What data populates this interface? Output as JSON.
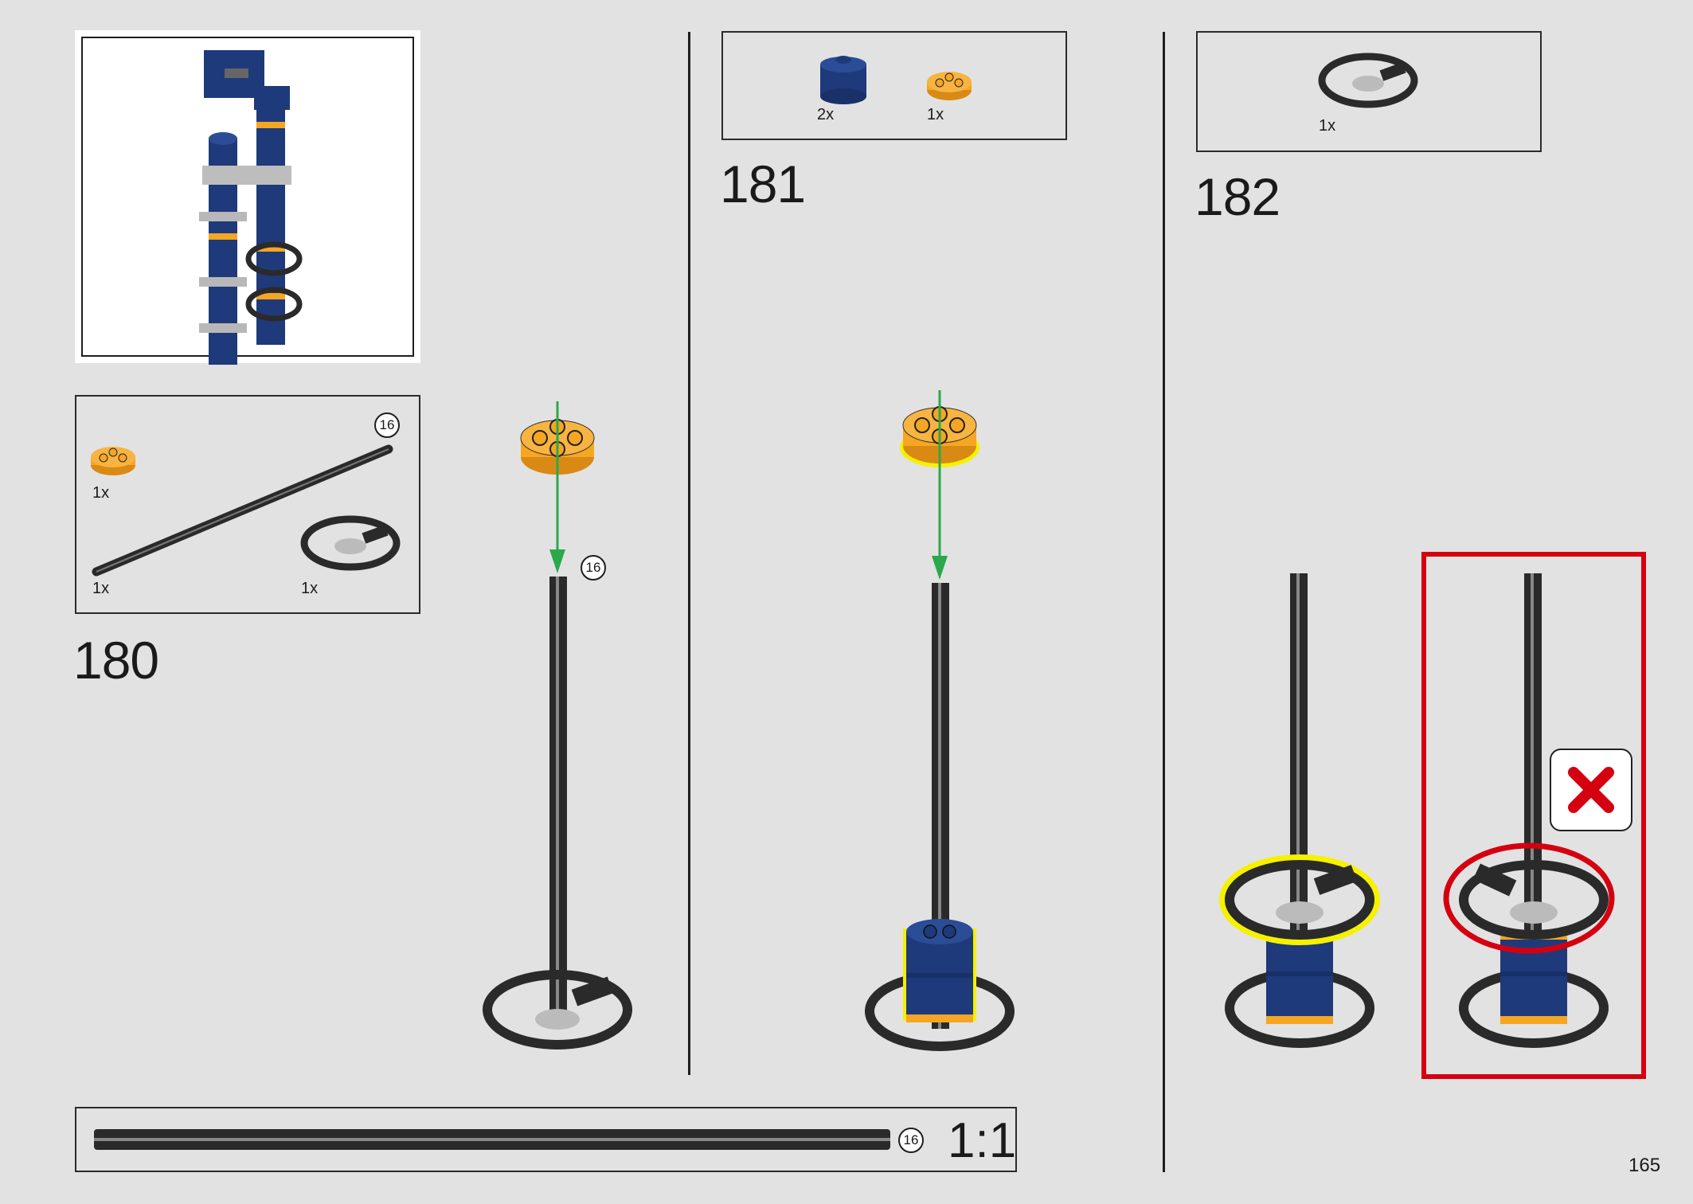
{
  "page": {
    "number": "165",
    "background": "#e2e2e2"
  },
  "steps": [
    {
      "number": "180",
      "parts": [
        {
          "name": "orange-round-plate",
          "qty": "1x"
        },
        {
          "name": "axle-16",
          "qty": "1x",
          "length": "16"
        },
        {
          "name": "black-steering-wheel",
          "qty": "1x"
        }
      ],
      "callout_length": "16"
    },
    {
      "number": "181",
      "parts": [
        {
          "name": "blue-round-brick",
          "qty": "2x"
        },
        {
          "name": "orange-round-plate",
          "qty": "1x"
        }
      ]
    },
    {
      "number": "182",
      "parts": [
        {
          "name": "black-steering-wheel",
          "qty": "1x"
        }
      ]
    }
  ],
  "scale": {
    "length": "16",
    "label": "1:1"
  },
  "colors": {
    "blue": "#1f3a7a",
    "orange": "#f5a623",
    "black": "#2a2a2a",
    "highlight": "#f5f100",
    "arrow": "#2aa84a",
    "wrong": "#d40010"
  }
}
